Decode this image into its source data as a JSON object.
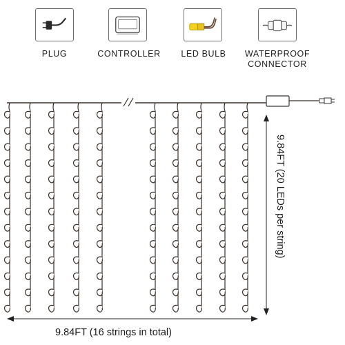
{
  "legend": {
    "items": [
      {
        "label": "PLUG",
        "icon": "plug-icon"
      },
      {
        "label": "CONTROLLER",
        "icon": "controller-icon"
      },
      {
        "label": "LED BULB",
        "icon": "led-bulb-icon"
      },
      {
        "label": "WATERPROOF",
        "label2": "CONNECTOR",
        "icon": "waterproof-connector-icon"
      }
    ]
  },
  "curtain": {
    "strings_total": 16,
    "strings_shown": 10,
    "leds_per_string": 20,
    "leds_drawn_per_string": 13,
    "width_label": "9.84FT (16 strings in total)",
    "height_label": "9.84FT (20 LEDs per string)"
  },
  "colors": {
    "wire": "#3a2f28",
    "outline": "#6b6b6b",
    "bulb_yellow": "#f2d21e",
    "dimension": "#222222"
  }
}
